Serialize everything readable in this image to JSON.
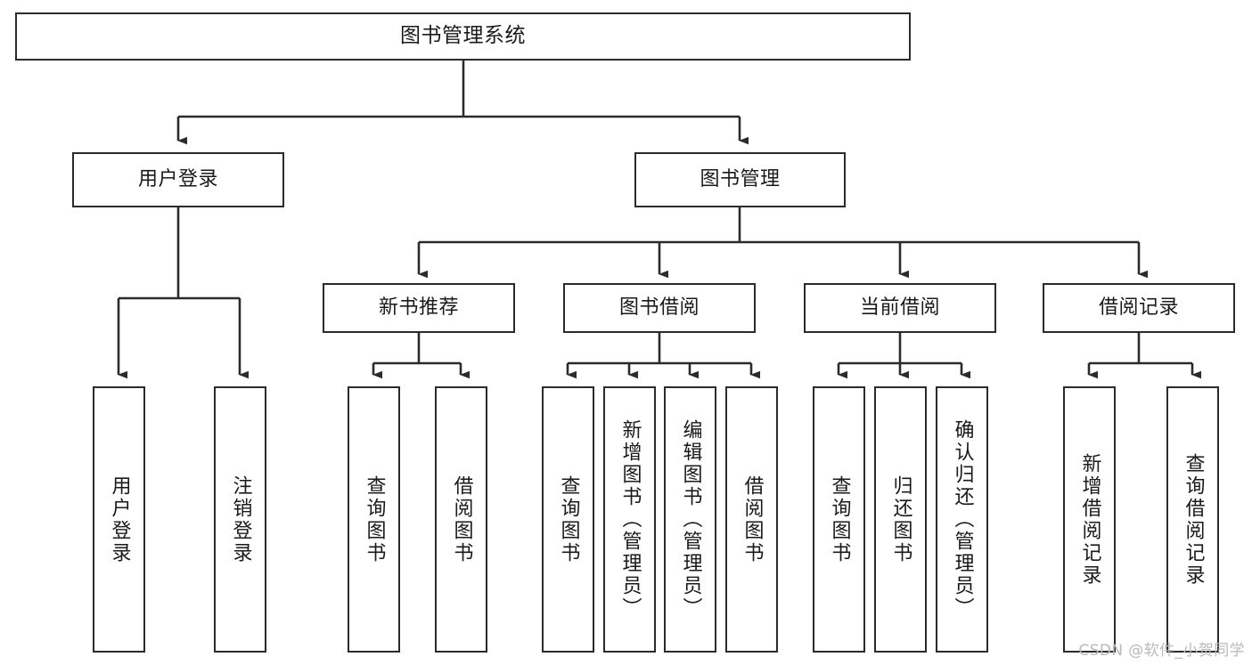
{
  "diagram": {
    "title": "图书管理系统",
    "type": "tree-hierarchy-chart",
    "watermark": "CSDN @软件_小贺同学",
    "line_color": "#2b2b2b",
    "box_fill": "#ffffff",
    "text_color": "#1a1a1a",
    "watermark_color": "#b9b9b9"
  },
  "nodes": {
    "root": {
      "label": "图书管理系统"
    },
    "level2": [
      {
        "label": "用户登录"
      },
      {
        "label": "图书管理"
      }
    ],
    "level3": [
      {
        "label": "新书推荐"
      },
      {
        "label": "图书借阅"
      },
      {
        "label": "当前借阅"
      },
      {
        "label": "借阅记录"
      }
    ],
    "leaves_user_login": [
      {
        "label": "用户登录"
      },
      {
        "label": "注销登录"
      }
    ],
    "leaves_new_book": [
      {
        "label": "查询图书"
      },
      {
        "label": "借阅图书"
      }
    ],
    "leaves_borrow": [
      {
        "label": "查询图书"
      },
      {
        "label": "新增图书（管理员）"
      },
      {
        "label": "编辑图书（管理员）"
      },
      {
        "label": "借阅图书"
      }
    ],
    "leaves_current": [
      {
        "label": "查询图书"
      },
      {
        "label": "归还图书"
      },
      {
        "label": "确认归还（管理员）"
      }
    ],
    "leaves_record": [
      {
        "label": "新增借阅记录"
      },
      {
        "label": "查询借阅记录"
      }
    ]
  }
}
